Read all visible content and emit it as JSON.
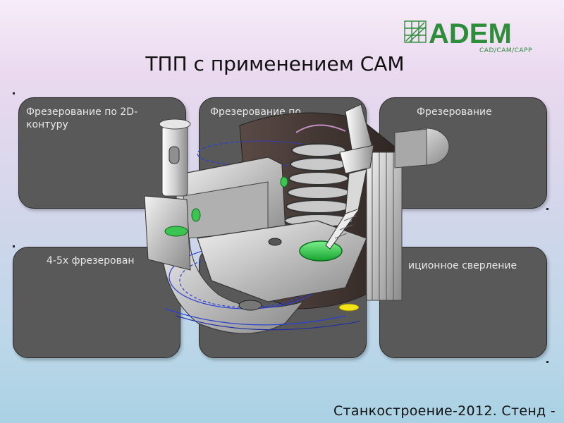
{
  "logo": {
    "wordmark": "ADEM",
    "tagline": "CAD/CAM/CAPP",
    "color": "#2e8d3a"
  },
  "title": "ТПП с применением CAM",
  "cards": [
    {
      "label": "Фрезерование по 2D-контуру"
    },
    {
      "label": "Фрезерование по"
    },
    {
      "label": "Фрезерование"
    },
    {
      "label": "4-5х фрезерован"
    },
    {
      "label": ""
    },
    {
      "label": "иционное сверление"
    }
  ],
  "illustration": {
    "icon": "machined-part-toolpath-illustration"
  },
  "footer": "Станкостроение-2012. Стенд -",
  "colors": {
    "card_fill": "#595959",
    "card_text": "#e8e8e8",
    "tool_path": "#2a3fd6",
    "highlight_green": "#2ec24a"
  }
}
